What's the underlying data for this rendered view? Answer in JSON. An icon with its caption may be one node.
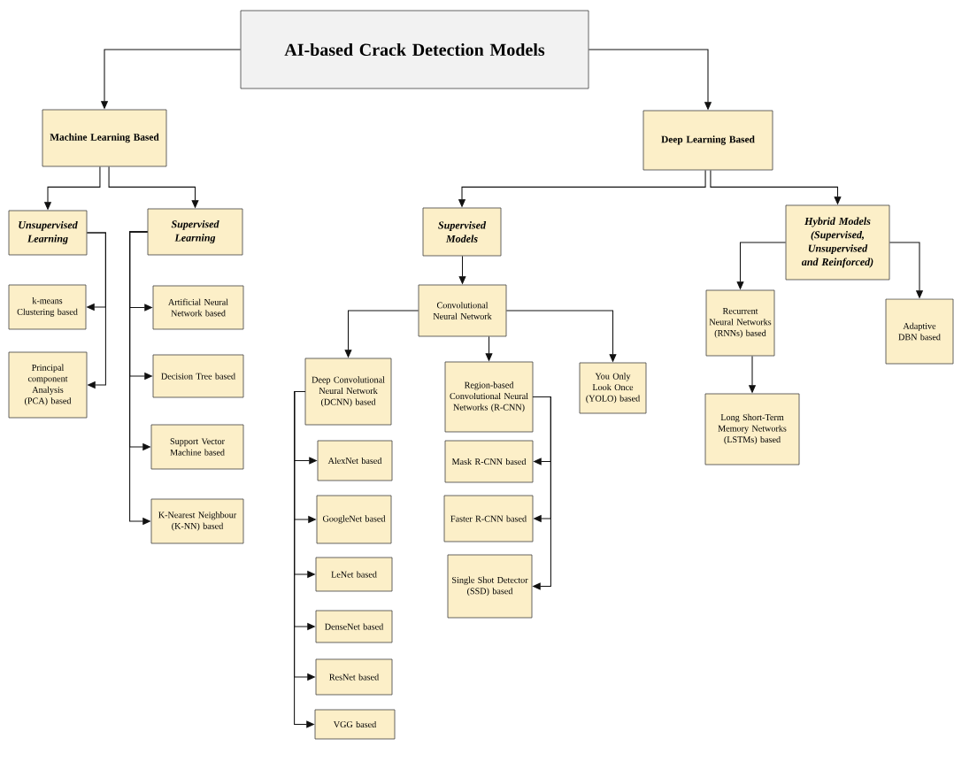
{
  "diagram": {
    "nodes": [
      {
        "text": [
          "AI-based Crack Detection Models"
        ]
      },
      {
        "text": [
          "Machine Learning Based"
        ]
      },
      {
        "text": [
          "Deep Learning Based"
        ]
      },
      {
        "text": [
          "Unsupervised Learning"
        ]
      },
      {
        "text": [
          "Supervised Learning"
        ]
      },
      {
        "text": [
          "k-means Clustering based"
        ]
      },
      {
        "text": [
          "Principal component Analysis (PCA) based"
        ]
      },
      {
        "text": [
          "Artificial Neural Network based"
        ]
      },
      {
        "text": [
          "Decision Tree based"
        ]
      },
      {
        "text": [
          "Support Vector Machine based"
        ]
      },
      {
        "text": [
          "K-Nearest Neighbour (K-NN) based"
        ]
      },
      {
        "text": [
          "Supervised Models"
        ]
      },
      {
        "text": [
          "Convolutional Neural Network"
        ]
      },
      {
        "text": [
          "Deep Convolutional Neural Network (DCNN) based"
        ]
      },
      {
        "text": [
          "Region-based Convolutional Neural Networks (R-CNN)"
        ]
      },
      {
        "text": [
          "You Only Look Once (YOLO) based"
        ]
      },
      {
        "text": [
          "AlexNet based"
        ]
      },
      {
        "text": [
          "GoogleNet based"
        ]
      },
      {
        "text": [
          "LeNet based"
        ]
      },
      {
        "text": [
          "DenseNet based"
        ]
      },
      {
        "text": [
          "ResNet based"
        ]
      },
      {
        "text": [
          "VGG based"
        ]
      },
      {
        "text": [
          "Mask R-CNN based"
        ]
      },
      {
        "text": [
          "Faster R-CNN based"
        ]
      },
      {
        "text": [
          "Single Shot Detector (SSD) based"
        ]
      },
      {
        "text": [
          "Hybrid Models (Supervised, Unsupervised and Reinforced)"
        ]
      },
      {
        "text": [
          "Recurrent Neural Networks (RNNs) based"
        ]
      },
      {
        "text": [
          "Long Short-Term Memory Networks (LSTMs) based"
        ]
      },
      {
        "text": [
          "Adaptive DBN based"
        ]
      }
    ],
    "edges": [
      {
        "from": 0,
        "to": 1,
        "arrow": "to"
      },
      {
        "from": 0,
        "to": 2,
        "arrow": "to"
      },
      {
        "from": 1,
        "to": 3,
        "arrow": "to"
      },
      {
        "from": 1,
        "to": 4,
        "arrow": "to"
      },
      {
        "from": 3,
        "to": 5,
        "arrow": "to"
      },
      {
        "from": 3,
        "to": 6,
        "arrow": "to"
      },
      {
        "from": 4,
        "to": 7,
        "arrow": "to"
      },
      {
        "from": 4,
        "to": 8,
        "arrow": "to"
      },
      {
        "from": 4,
        "to": 9,
        "arrow": "to"
      },
      {
        "from": 4,
        "to": 10,
        "arrow": "to"
      },
      {
        "from": 2,
        "to": 11,
        "arrow": "to"
      },
      {
        "from": 2,
        "to": 25,
        "arrow": "to"
      },
      {
        "from": 11,
        "to": 12,
        "arrow": "to"
      },
      {
        "from": 12,
        "to": 13,
        "arrow": "to"
      },
      {
        "from": 12,
        "to": 14,
        "arrow": "to"
      },
      {
        "from": 12,
        "to": 15,
        "arrow": "to"
      },
      {
        "from": 13,
        "to": 16,
        "arrow": "to"
      },
      {
        "from": 13,
        "to": 17,
        "arrow": "to"
      },
      {
        "from": 13,
        "to": 18,
        "arrow": "to"
      },
      {
        "from": 13,
        "to": 19,
        "arrow": "to"
      },
      {
        "from": 13,
        "to": 20,
        "arrow": "to"
      },
      {
        "from": 13,
        "to": 21,
        "arrow": "to"
      },
      {
        "from": 14,
        "to": 22,
        "arrow": "to"
      },
      {
        "from": 14,
        "to": 23,
        "arrow": "to"
      },
      {
        "from": 14,
        "to": 24,
        "arrow": "to"
      },
      {
        "from": 25,
        "to": 26,
        "arrow": "to"
      },
      {
        "from": 25,
        "to": 28,
        "arrow": "to"
      },
      {
        "from": 26,
        "to": 27,
        "arrow": "to"
      }
    ]
  }
}
